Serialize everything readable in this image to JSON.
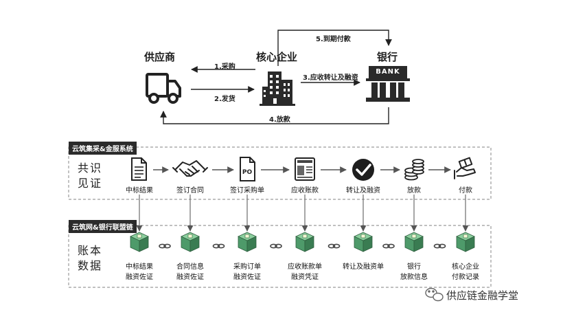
{
  "top": {
    "supplier": "供应商",
    "core": "核心企业",
    "bank": "银行",
    "bank_sign": "BANK",
    "flows": {
      "purchase": "1.采购",
      "ship": "2.发货",
      "receivable": "3.应收转让及融资",
      "loan": "4.放款",
      "due_payment": "5.到期付款"
    }
  },
  "consensus": {
    "tag": "云筑集采&金服系统",
    "side_line1": "共识",
    "side_line2": "见证",
    "po_mark": "PO",
    "steps": [
      "中标结果",
      "签订合同",
      "签订采购单",
      "应收账款",
      "转让及融资",
      "放款",
      "付款"
    ]
  },
  "ledger": {
    "tag": "云筑网&银行联盟链",
    "side_line1": "账本",
    "side_line2": "数据",
    "blocks": [
      {
        "l1": "中标结果",
        "l2": "融资佐证"
      },
      {
        "l1": "合同信息",
        "l2": "融资佐证"
      },
      {
        "l1": "采购订单",
        "l2": "融资佐证"
      },
      {
        "l1": "应收账款单",
        "l2": "融资凭证"
      },
      {
        "l1": "转让及融资单",
        "l2": ""
      },
      {
        "l1": "银行",
        "l2": "放款信息"
      },
      {
        "l1": "核心企业",
        "l2": "付款记录"
      }
    ]
  },
  "watermark": "供应链金融学堂",
  "colors": {
    "block_top": "#8ccf9e",
    "block_front": "#4e9a6a",
    "block_side": "#3a7c52",
    "arrow": "#222222",
    "dashed": "#9a9a9a"
  }
}
